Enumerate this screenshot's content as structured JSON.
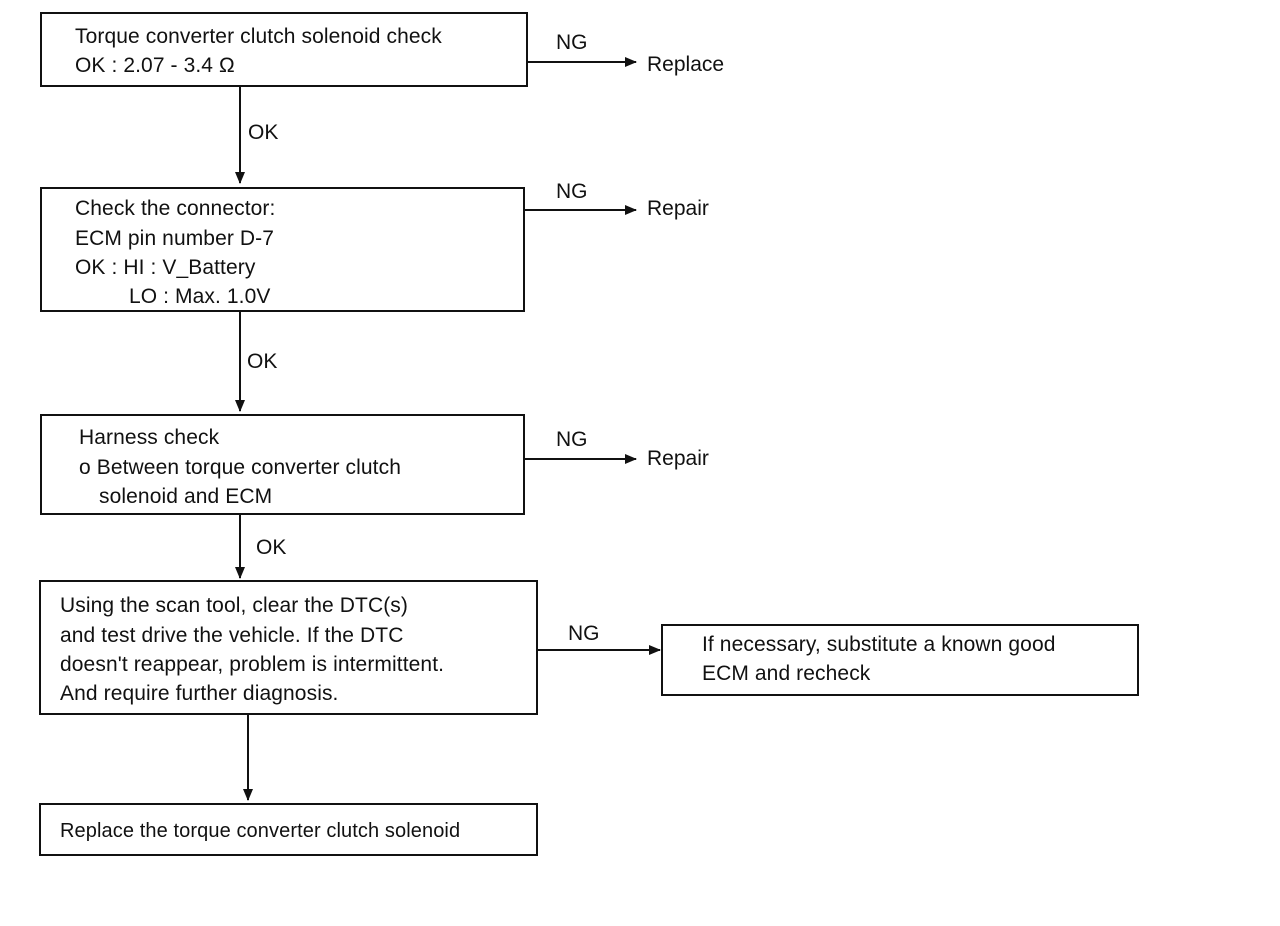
{
  "steps": [
    {
      "lines": [
        "Torque converter clutch solenoid check",
        "OK : 2.07 - 3.4 Ω"
      ],
      "ng_label": "NG",
      "ng_result": "Replace",
      "ok_label": "OK"
    },
    {
      "lines": [
        "Check the connector:",
        "ECM pin number D-7",
        "OK : HI : V_Battery",
        "LO : Max. 1.0V"
      ],
      "ng_label": "NG",
      "ng_result": "Repair",
      "ok_label": "OK"
    },
    {
      "lines": [
        "Harness check",
        "o Between torque converter clutch",
        "solenoid and ECM"
      ],
      "ng_label": "NG",
      "ng_result": "Repair",
      "ok_label": "OK"
    },
    {
      "lines": [
        "Using the scan tool, clear the DTC(s)",
        "and test drive the vehicle. If the DTC",
        "doesn't reappear, problem is intermittent.",
        "And require further diagnosis."
      ],
      "ng_label": "NG",
      "ng_result_lines": [
        "If necessary, substitute a known good",
        "ECM and recheck"
      ]
    },
    {
      "lines": [
        "Replace the torque converter clutch solenoid"
      ]
    }
  ],
  "colors": {
    "ink": "#111111",
    "background": "#ffffff"
  }
}
